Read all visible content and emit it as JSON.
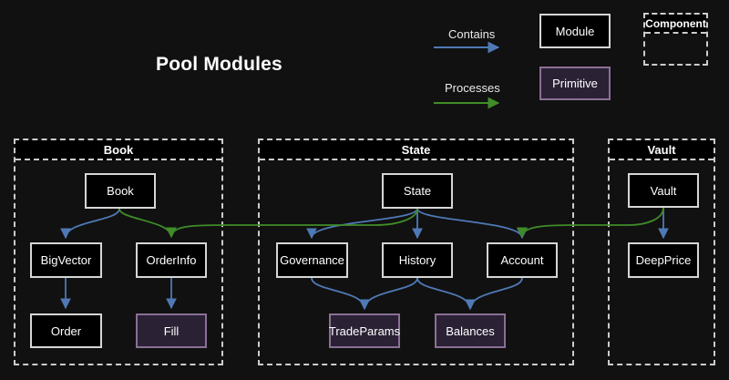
{
  "title": "Pool Modules",
  "legend": {
    "contains_label": "Contains",
    "processes_label": "Processes",
    "module_label": "Module",
    "primitive_label": "Primitive",
    "component_label": "Component"
  },
  "colors": {
    "background": "#111111",
    "contains_arrow": "#4f79b5",
    "processes_arrow": "#3f8c28",
    "module_fill": "#000000",
    "module_border": "#d6d6d6",
    "primitive_fill": "#2a2135",
    "primitive_border": "#8a7095",
    "container_border": "#cccccc",
    "text_color": "#f5f5f5"
  },
  "containers": [
    {
      "id": "book",
      "label": "Book"
    },
    {
      "id": "state",
      "label": "State"
    },
    {
      "id": "vault",
      "label": "Vault"
    }
  ],
  "nodes": {
    "book": {
      "label": "Book",
      "type": "module"
    },
    "bigvector": {
      "label": "BigVector",
      "type": "module"
    },
    "orderinfo": {
      "label": "OrderInfo",
      "type": "module"
    },
    "order": {
      "label": "Order",
      "type": "module"
    },
    "fill": {
      "label": "Fill",
      "type": "primitive"
    },
    "state": {
      "label": "State",
      "type": "module"
    },
    "governance": {
      "label": "Governance",
      "type": "module"
    },
    "history": {
      "label": "History",
      "type": "module"
    },
    "account": {
      "label": "Account",
      "type": "module"
    },
    "tradeparams": {
      "label": "TradeParams",
      "type": "primitive"
    },
    "balances": {
      "label": "Balances",
      "type": "primitive"
    },
    "vault": {
      "label": "Vault",
      "type": "module"
    },
    "deepprice": {
      "label": "DeepPrice",
      "type": "module"
    }
  },
  "edges": [
    {
      "from": "Book",
      "to": "BigVector",
      "type": "contains"
    },
    {
      "from": "Book",
      "to": "OrderInfo",
      "type": "processes"
    },
    {
      "from": "State",
      "to": "OrderInfo",
      "type": "processes"
    },
    {
      "from": "BigVector",
      "to": "Order",
      "type": "contains"
    },
    {
      "from": "OrderInfo",
      "to": "Fill",
      "type": "contains"
    },
    {
      "from": "State",
      "to": "Governance",
      "type": "contains"
    },
    {
      "from": "State",
      "to": "History",
      "type": "contains"
    },
    {
      "from": "State",
      "to": "Account",
      "type": "contains"
    },
    {
      "from": "Governance",
      "to": "TradeParams",
      "type": "contains"
    },
    {
      "from": "History",
      "to": "TradeParams",
      "type": "contains"
    },
    {
      "from": "History",
      "to": "Balances",
      "type": "contains"
    },
    {
      "from": "Account",
      "to": "Balances",
      "type": "contains"
    },
    {
      "from": "Vault",
      "to": "DeepPrice",
      "type": "contains"
    },
    {
      "from": "Vault",
      "to": "Account",
      "type": "processes"
    }
  ]
}
